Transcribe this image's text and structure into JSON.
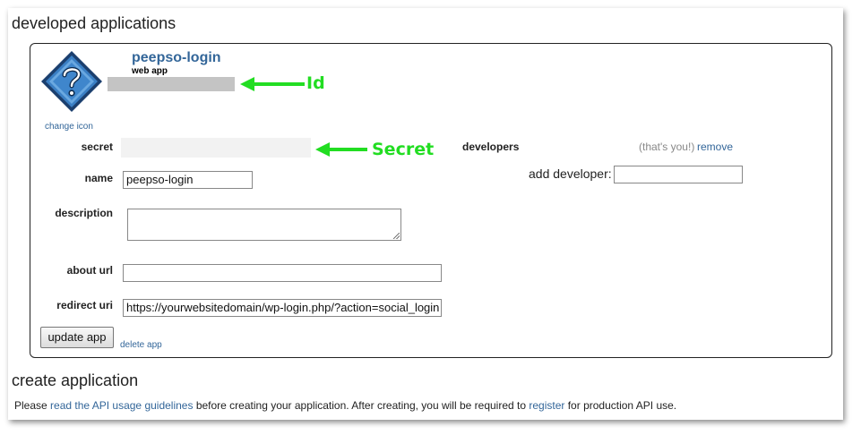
{
  "headings": {
    "developed": "developed applications",
    "create": "create application"
  },
  "app": {
    "name": "peepso-login",
    "type": "web app",
    "change_icon": "change icon",
    "icon": "question-mark-diamond-icon"
  },
  "fields": {
    "secret_label": "secret",
    "name_label": "name",
    "name_value": "peepso-login",
    "description_label": "description",
    "description_value": "",
    "about_url_label": "about url",
    "about_url_value": "",
    "redirect_uri_label": "redirect uri",
    "redirect_uri_value": "https://yourwebsitedomain/wp-login.php/?action=social_login"
  },
  "developers": {
    "heading": "developers",
    "you_text": "(that's you!)",
    "remove": "remove",
    "add_label": "add developer:",
    "add_value": ""
  },
  "actions": {
    "update": "update app",
    "delete": "delete app"
  },
  "annotations": {
    "id": "Id",
    "secret": "Secret",
    "color": "#22dd22"
  },
  "footer": {
    "t1": "Please ",
    "link1": "read the API usage guidelines",
    "t2": " before creating your application. After creating, you will be required to ",
    "link2": "register",
    "t3": " for production API use."
  },
  "colors": {
    "link": "#336699",
    "icon_fill": "#3a7fc4"
  }
}
